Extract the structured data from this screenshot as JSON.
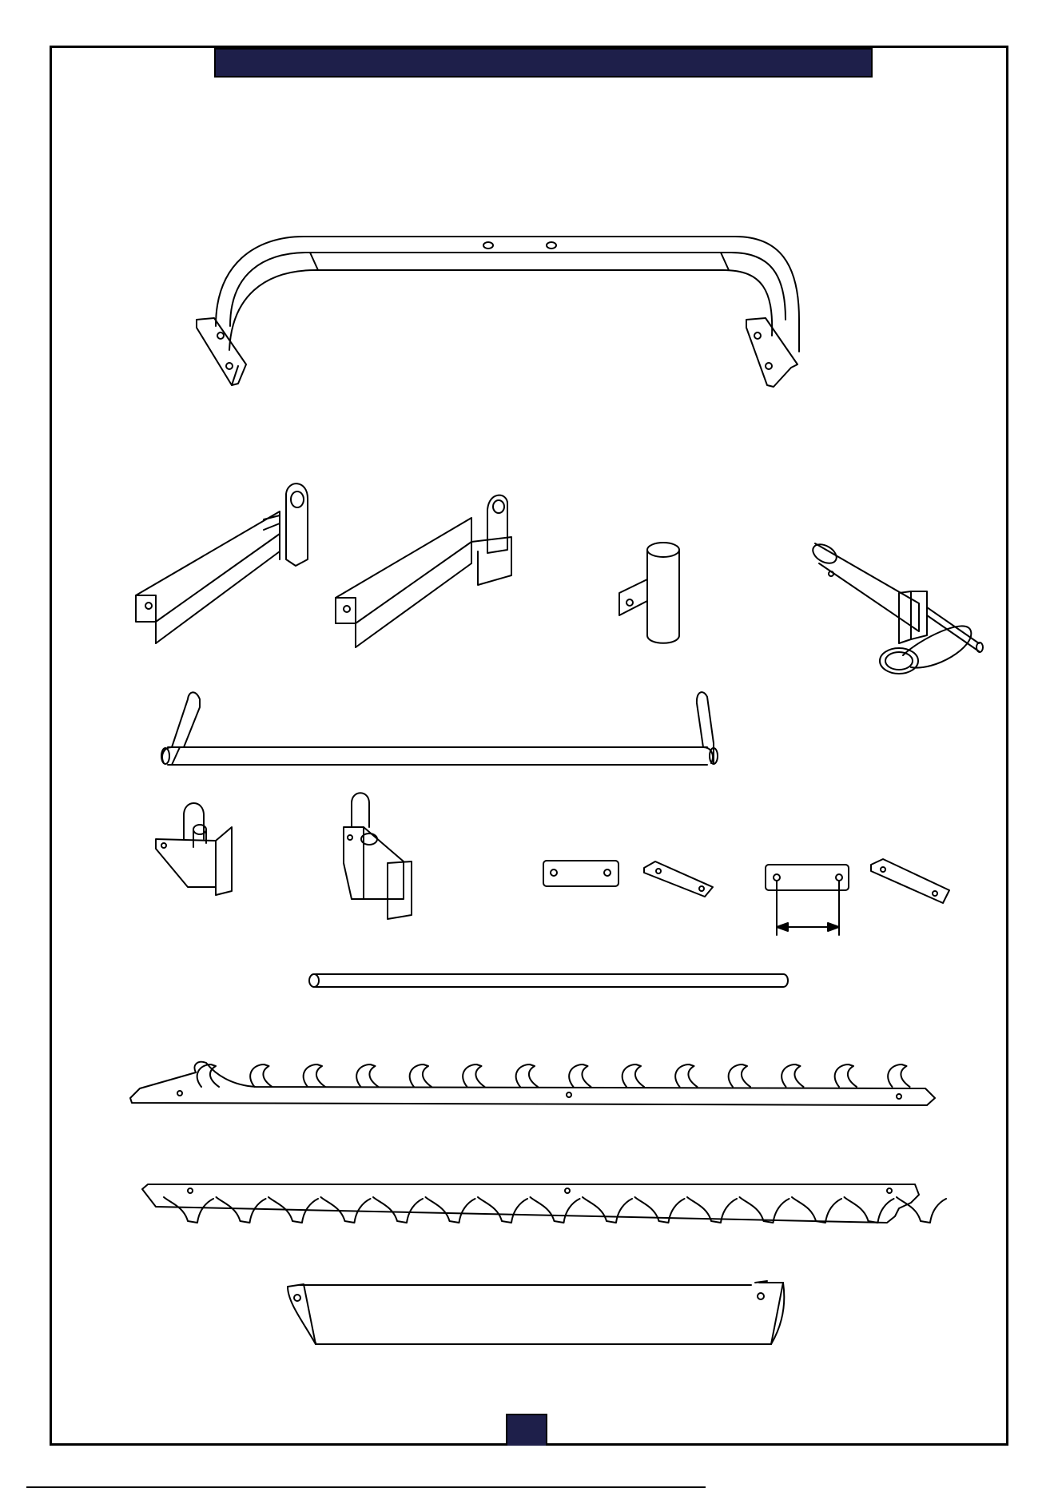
{
  "header": {
    "title": "",
    "bar_color": "#1e1f4a"
  },
  "footer": {
    "page_number": "",
    "box_color": "#1e1f4a",
    "note": ""
  },
  "colors": {
    "line": "#000000",
    "paper": "#ffffff"
  },
  "parts": [
    {
      "id": "part-u-frame"
    },
    {
      "id": "part-arm-left"
    },
    {
      "id": "part-arm-right"
    },
    {
      "id": "part-post-tube"
    },
    {
      "id": "part-axle-assembly"
    },
    {
      "id": "part-hook-bar"
    },
    {
      "id": "part-bracket-small"
    },
    {
      "id": "part-bracket-tall"
    },
    {
      "id": "part-plate-short-front"
    },
    {
      "id": "part-plate-short-iso"
    },
    {
      "id": "part-plate-long-front"
    },
    {
      "id": "part-plate-long-iso"
    },
    {
      "id": "part-rod"
    },
    {
      "id": "part-rack-top"
    },
    {
      "id": "part-rack-bottom"
    },
    {
      "id": "part-tray"
    }
  ]
}
